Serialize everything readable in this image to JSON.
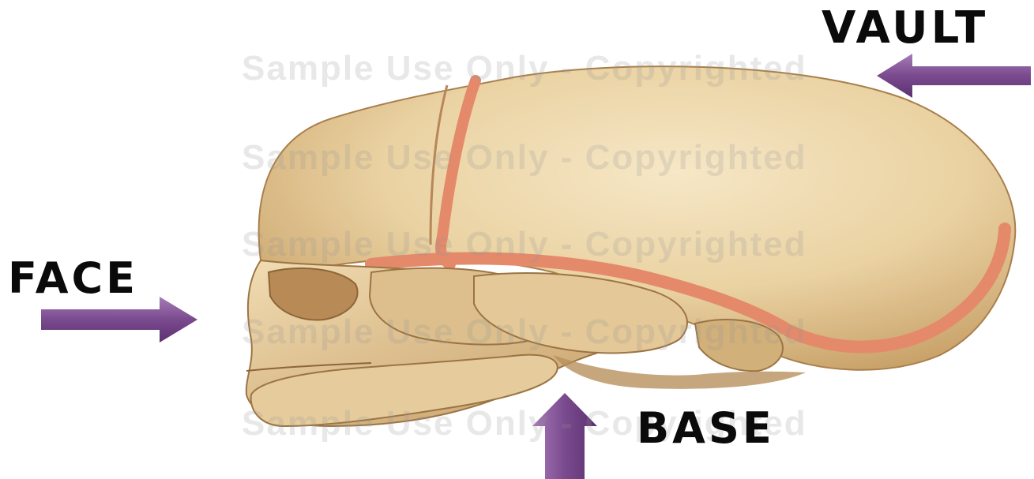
{
  "labels": {
    "vault": "VAULT",
    "face": "FACE",
    "base": "BASE"
  },
  "watermark": {
    "text": "Sample Use Only - Copyrighted"
  },
  "colors": {
    "arrow": "#7a4a8e",
    "bone": "#e8cf9f",
    "suture": "#e48a6a",
    "label": "#0a0a0a"
  },
  "icons": {
    "arrow_vault": "arrow-left-icon",
    "arrow_face": "arrow-right-icon",
    "arrow_base": "arrow-up-icon"
  }
}
